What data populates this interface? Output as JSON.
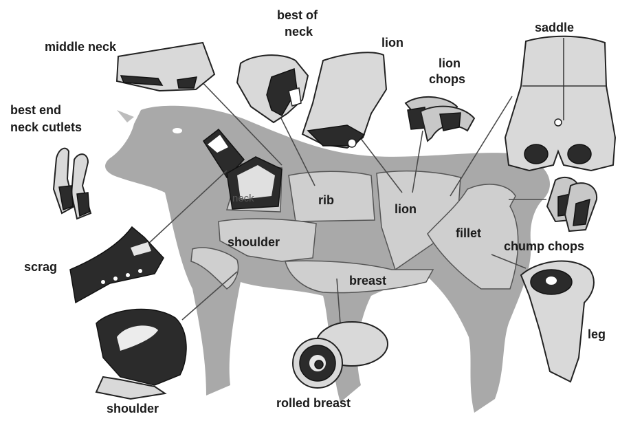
{
  "labels": {
    "middle_neck": "middle neck",
    "best_of_neck": [
      "best of",
      "neck"
    ],
    "lion_top": "lion",
    "lion_chops": [
      "lion",
      "chops"
    ],
    "saddle": "saddle",
    "best_end_neck_cutlets": [
      "best end",
      "neck cutlets"
    ],
    "rib": "rib",
    "lion_body": "lion",
    "fillet": "fillet",
    "chump_chops": "chump chops",
    "shoulder_body": "shoulder",
    "scrag": "scrag",
    "breast": "breast",
    "leg": "leg",
    "shoulder_bottom": "shoulder",
    "rolled_breast": "rolled breast",
    "neck_faint": "neck"
  },
  "colors": {
    "silhouette": "#a9a9a9",
    "region": "#cfcfcf",
    "meat": "#2b2b2b",
    "fat": "#d9d9d9"
  }
}
